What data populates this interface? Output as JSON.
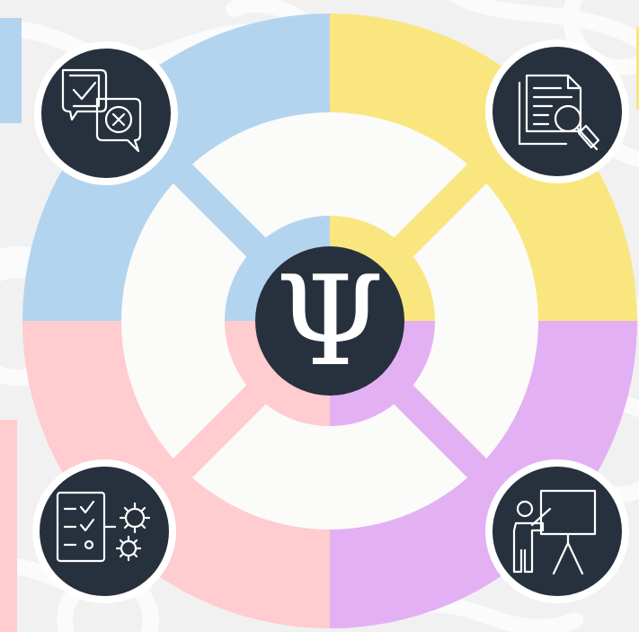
{
  "diagram": {
    "center": {
      "symbol": "Ψ",
      "icon": "psi-icon"
    },
    "quadrants": [
      {
        "id": "top-left",
        "color": "#b3d4ef",
        "icon": "check-cross-chat-icon"
      },
      {
        "id": "top-right",
        "color": "#f9e67f",
        "icon": "document-search-icon"
      },
      {
        "id": "bottom-right",
        "color": "#e3b0f3",
        "icon": "presentation-teacher-icon"
      },
      {
        "id": "bottom-left",
        "color": "#ffcccf",
        "icon": "checklist-gears-icon"
      }
    ],
    "colors": {
      "background": "#f1f1f1",
      "wave_pattern": "#fbfbfb",
      "inner_disk": "#fbfbf9",
      "icon_disk": "#27303d",
      "icon_ring": "#ffffff"
    }
  }
}
